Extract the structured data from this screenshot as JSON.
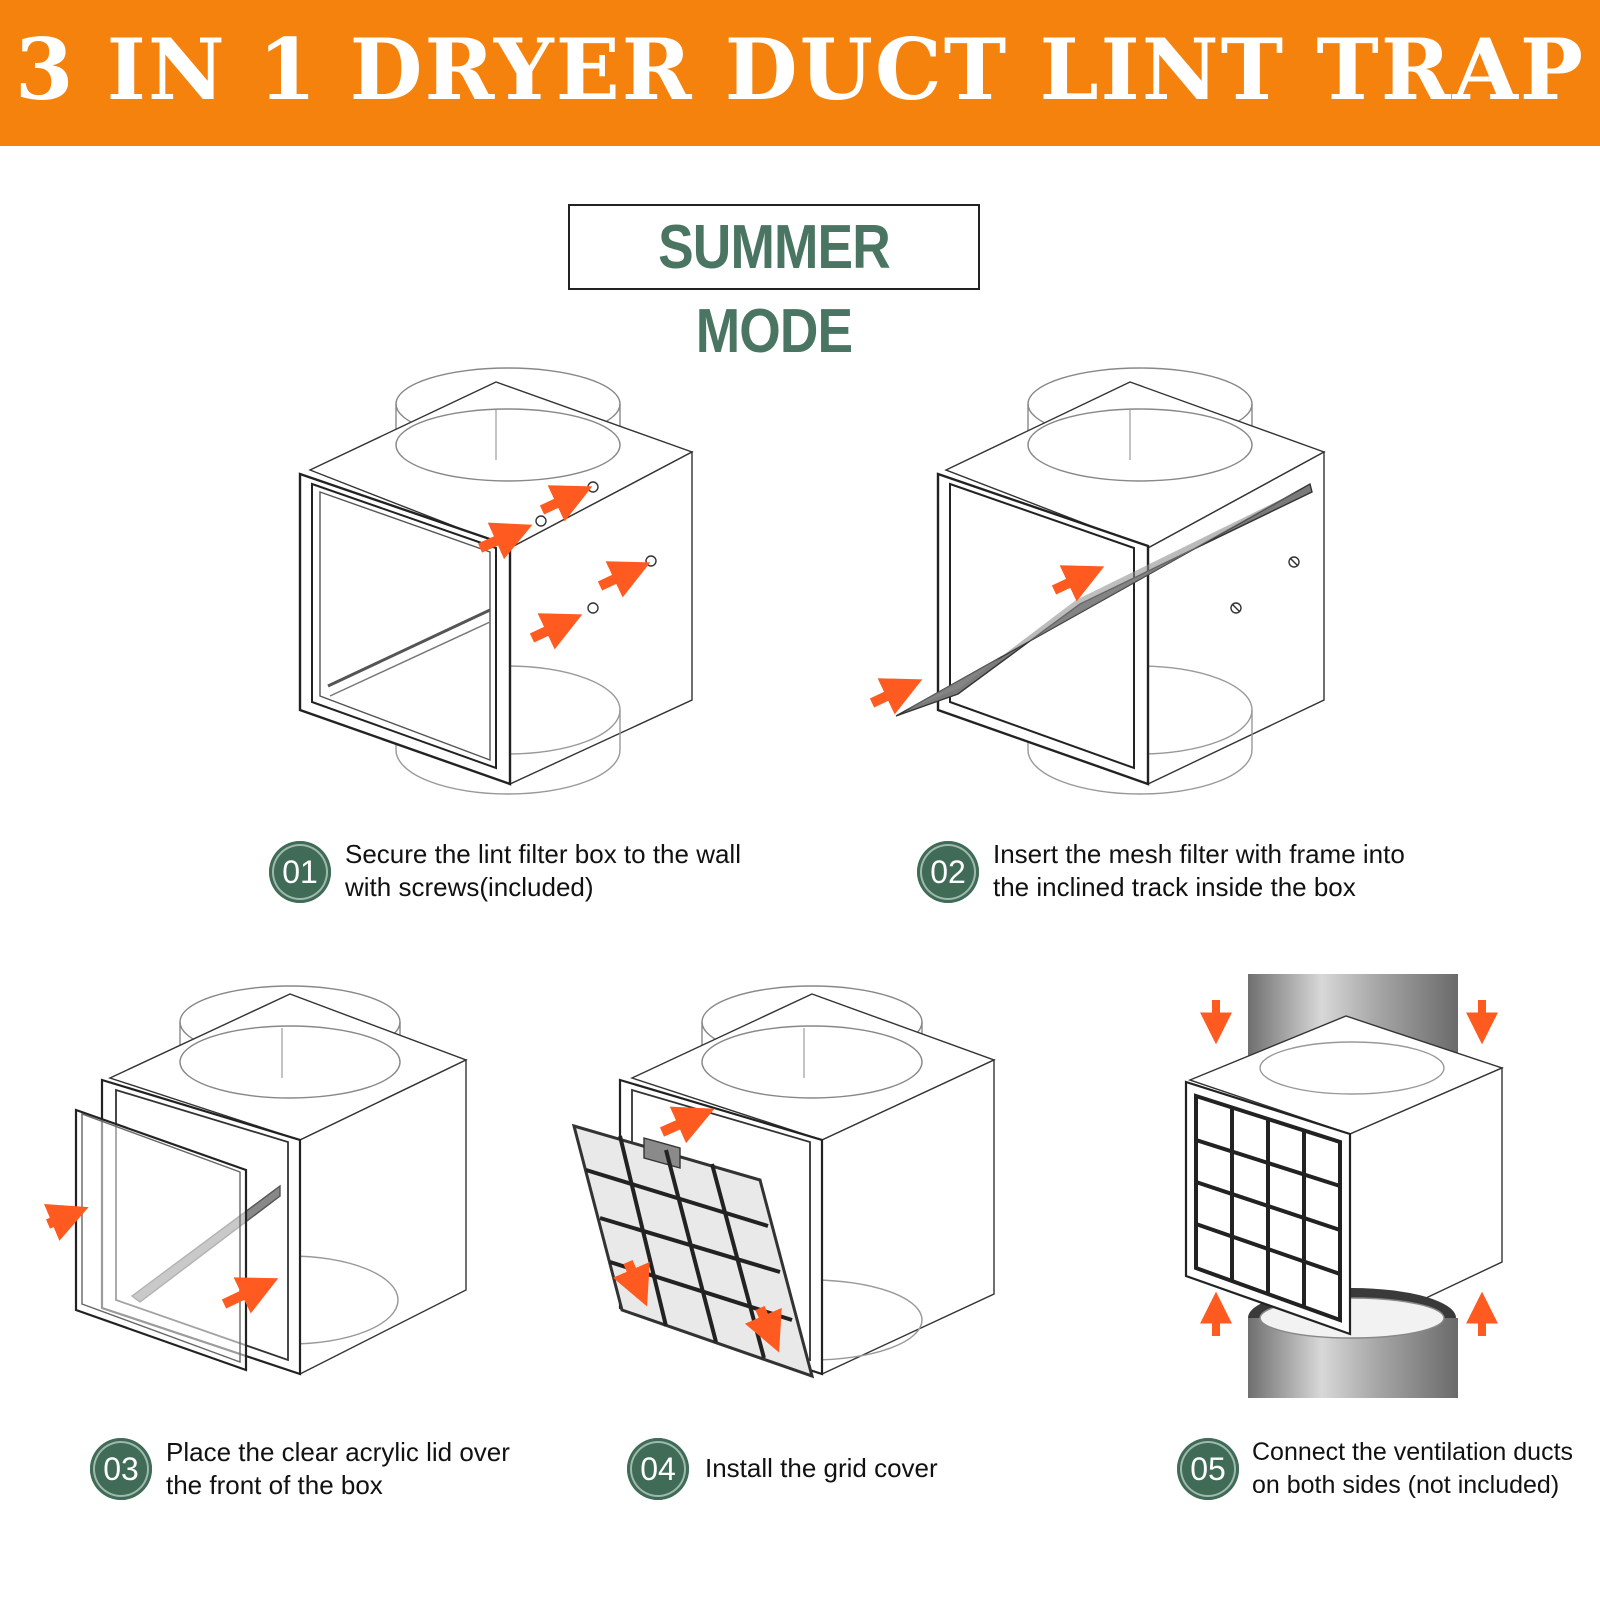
{
  "banner": {
    "title": "3 IN 1 DRYER DUCT LINT TRAP"
  },
  "mode": {
    "label": "SUMMER MODE"
  },
  "colors": {
    "banner": "#f5820d",
    "badge": "#3f6b57",
    "mode_text": "#4a7563",
    "arrow": "#ff5a1f"
  },
  "steps": [
    {
      "number": "01",
      "line1": "Secure the lint filter box to the wall",
      "line2": "with screws(included)"
    },
    {
      "number": "02",
      "line1": "Insert the mesh filter with frame into",
      "line2": "the inclined track inside the box"
    },
    {
      "number": "03",
      "line1": "Place the clear acrylic lid over",
      "line2": "the front of the box"
    },
    {
      "number": "04",
      "line1": "Install the grid cover",
      "line2": ""
    },
    {
      "number": "05",
      "line1": "Connect the ventilation ducts",
      "line2": "on both sides (not included)"
    }
  ]
}
